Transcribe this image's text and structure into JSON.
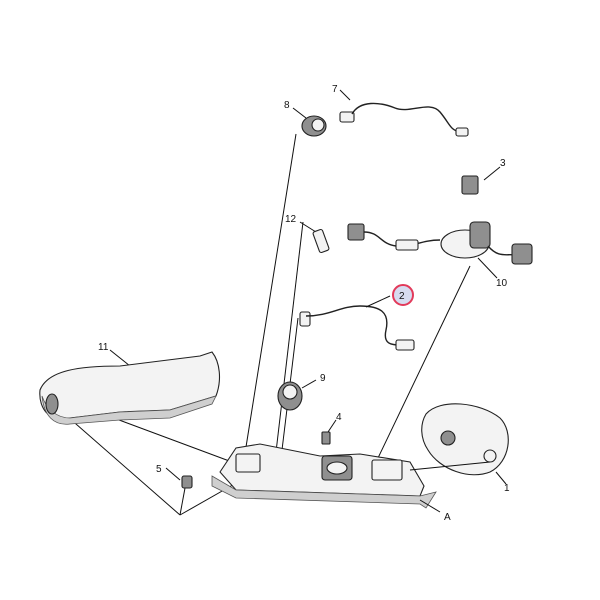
{
  "callouts": {
    "c1": "1",
    "c2": "2",
    "c3": "3",
    "c4": "4",
    "c5": "5",
    "c7": "7",
    "c8": "8",
    "c9": "9",
    "c10": "10",
    "c11": "11",
    "c12": "12",
    "cA": "A"
  },
  "colors": {
    "highlight_ring": "#e23a5a",
    "highlight_fill": "#d7dcf0"
  }
}
